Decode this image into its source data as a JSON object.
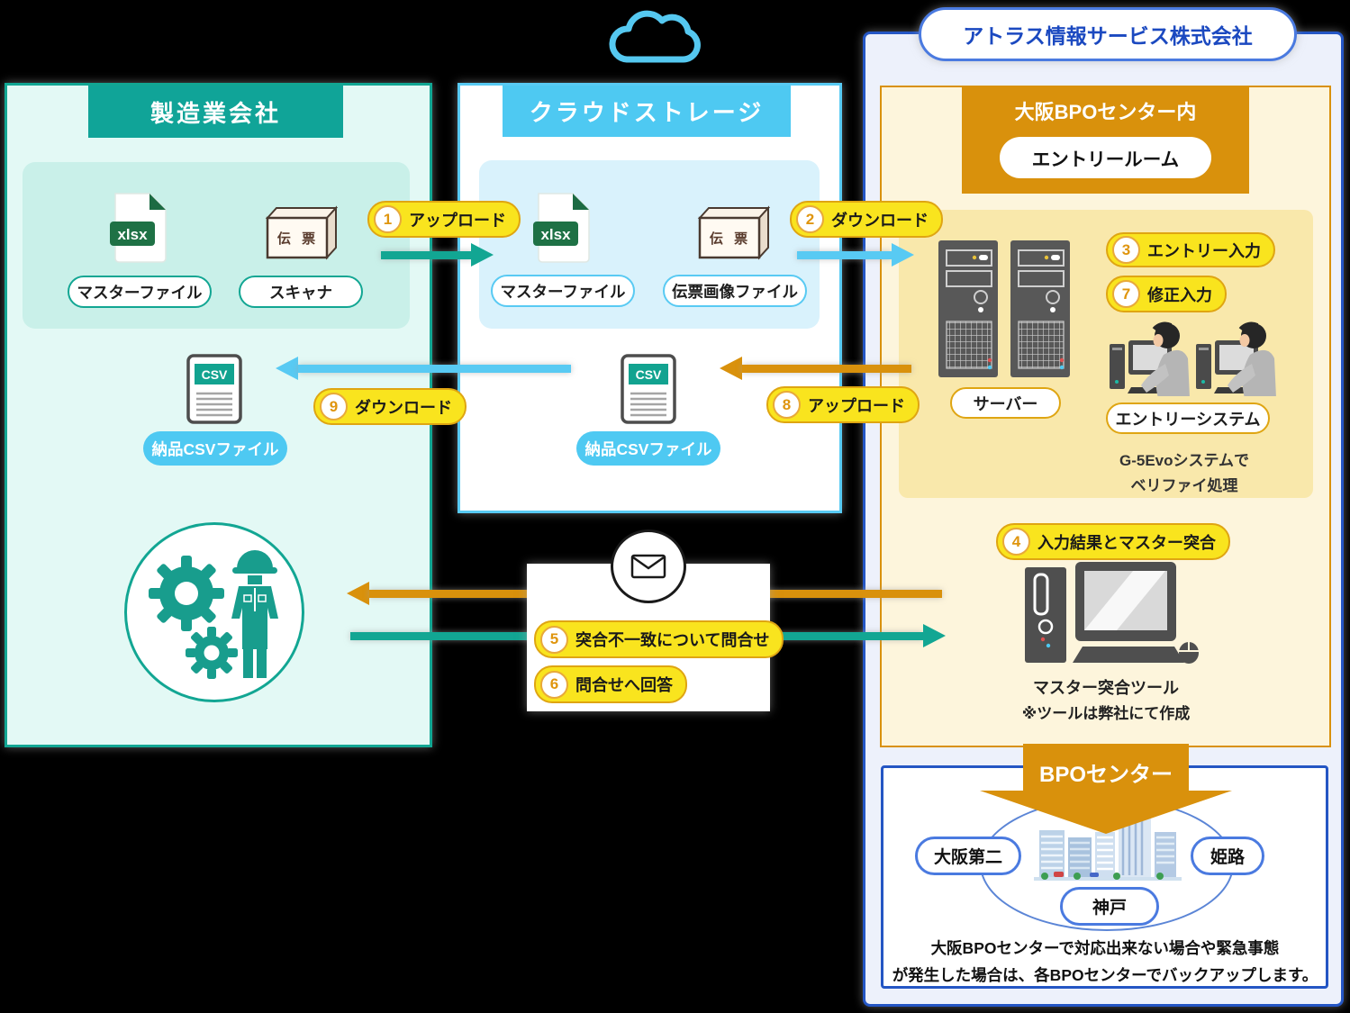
{
  "manufacturer": {
    "title": "製造業会社",
    "master_file_label": "マスターファイル",
    "scanner_label": "スキャナ",
    "csv_label": "納品CSVファイル"
  },
  "cloud_storage": {
    "title": "クラウドストレージ",
    "master_file_label": "マスターファイル",
    "slip_image_label": "伝票画像ファイル",
    "csv_label": "納品CSVファイル"
  },
  "atlas": {
    "title": "アトラス情報サービス株式会社",
    "osaka_header": "大阪BPOセンター内",
    "entry_room_label": "エントリールーム",
    "server_label": "サーバー",
    "entry_system_label": "エントリーシステム",
    "verify_note_line1": "G-5Evoシステムで",
    "verify_note_line2": "ベリファイ処理",
    "tool_label": "マスター突合ツール",
    "tool_note": "※ツールは弊社にて作成",
    "bpo_banner": "BPOセンター",
    "sites": [
      {
        "name": "大阪第二"
      },
      {
        "name": "姫路"
      },
      {
        "name": "神戸"
      }
    ],
    "backup_note_line1": "大阪BPOセンターで対応出来ない場合や緊急事態",
    "backup_note_line2": "が発生した場合は、各BPOセンターでバックアップします。"
  },
  "icons": {
    "xlsx_label": "xlsx",
    "csv_label": "CSV",
    "slip_label": "伝 票"
  },
  "steps": [
    {
      "num": "1",
      "label": "アップロード"
    },
    {
      "num": "2",
      "label": "ダウンロード"
    },
    {
      "num": "3",
      "label": "エントリー入力"
    },
    {
      "num": "4",
      "label": "入力結果とマスター突合"
    },
    {
      "num": "5",
      "label": "突合不一致について問合せ"
    },
    {
      "num": "6",
      "label": "問合せへ回答"
    },
    {
      "num": "7",
      "label": "修正入力"
    },
    {
      "num": "8",
      "label": "アップロード"
    },
    {
      "num": "9",
      "label": "ダウンロード"
    }
  ],
  "colors": {
    "teal": "#12a693",
    "mint_bg": "#e3f9f5",
    "mint_inner": "#c9f0e9",
    "cyan": "#4ec9f2",
    "cyan_inner": "#d9f2fc",
    "blue_border": "#2456c4",
    "lavender_bg": "#edf1fb",
    "orange": "#d9910c",
    "cream": "#fdf5dc",
    "yellow_inner": "#f9e8ab",
    "pill_yellow": "#f9e41e",
    "pill_border": "#dfa512",
    "excel_green": "#1e7145"
  }
}
